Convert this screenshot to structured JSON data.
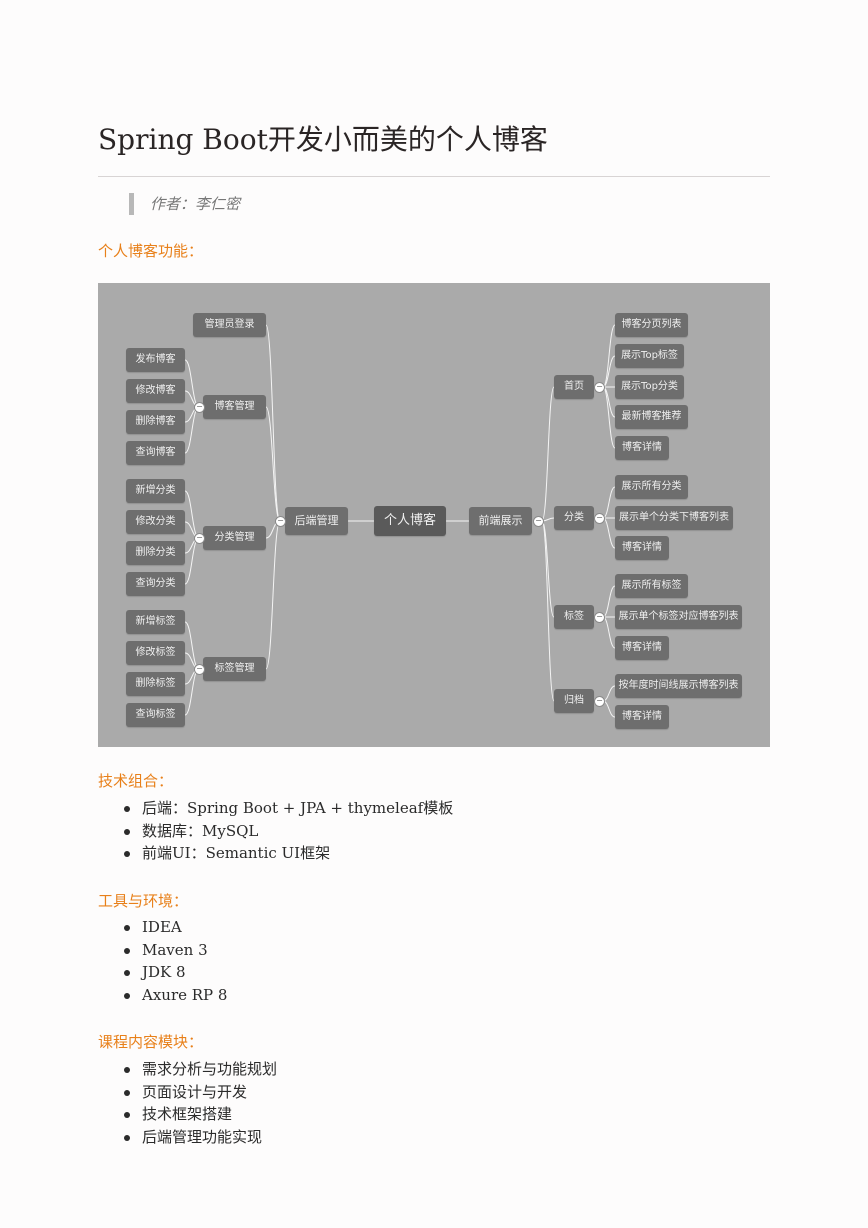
{
  "title": "Spring Boot开发小而美的个人博客",
  "author_line": "作者：李仁密",
  "sections": {
    "features": "个人博客功能：",
    "tech": "技术组合：",
    "tools": "工具与环境：",
    "modules": "课程内容模块："
  },
  "mindmap": {
    "root": "个人博客",
    "admin": {
      "label": "后端管理",
      "login": "管理员登录",
      "blog": {
        "label": "博客管理",
        "items": [
          "发布博客",
          "修改博客",
          "删除博客",
          "查询博客"
        ]
      },
      "category": {
        "label": "分类管理",
        "items": [
          "新增分类",
          "修改分类",
          "删除分类",
          "查询分类"
        ]
      },
      "tag": {
        "label": "标签管理",
        "items": [
          "新增标签",
          "修改标签",
          "删除标签",
          "查询标签"
        ]
      }
    },
    "front": {
      "label": "前端展示",
      "home": {
        "label": "首页",
        "items": [
          "博客分页列表",
          "展示Top标签",
          "展示Top分类",
          "最新博客推荐",
          "博客详情"
        ]
      },
      "category": {
        "label": "分类",
        "items": [
          "展示所有分类",
          "展示单个分类下博客列表",
          "博客详情"
        ]
      },
      "tag": {
        "label": "标签",
        "items": [
          "展示所有标签",
          "展示单个标签对应博客列表",
          "博客详情"
        ]
      },
      "archive": {
        "label": "归档",
        "items": [
          "按年度时间线展示博客列表",
          "博客详情"
        ]
      }
    }
  },
  "tech_list": [
    "后端：Spring Boot + JPA + thymeleaf模板",
    "数据库：MySQL",
    "前端UI：Semantic UI框架"
  ],
  "tools_list": [
    "IDEA",
    "Maven 3",
    "JDK 8",
    "Axure RP 8"
  ],
  "modules_list": [
    "需求分析与功能规划",
    "页面设计与开发",
    "技术框架搭建",
    "后端管理功能实现"
  ],
  "colors": {
    "accent": "#e8801a",
    "node": "#6e6e6e",
    "diagram_bg": "#aaaaaa"
  }
}
